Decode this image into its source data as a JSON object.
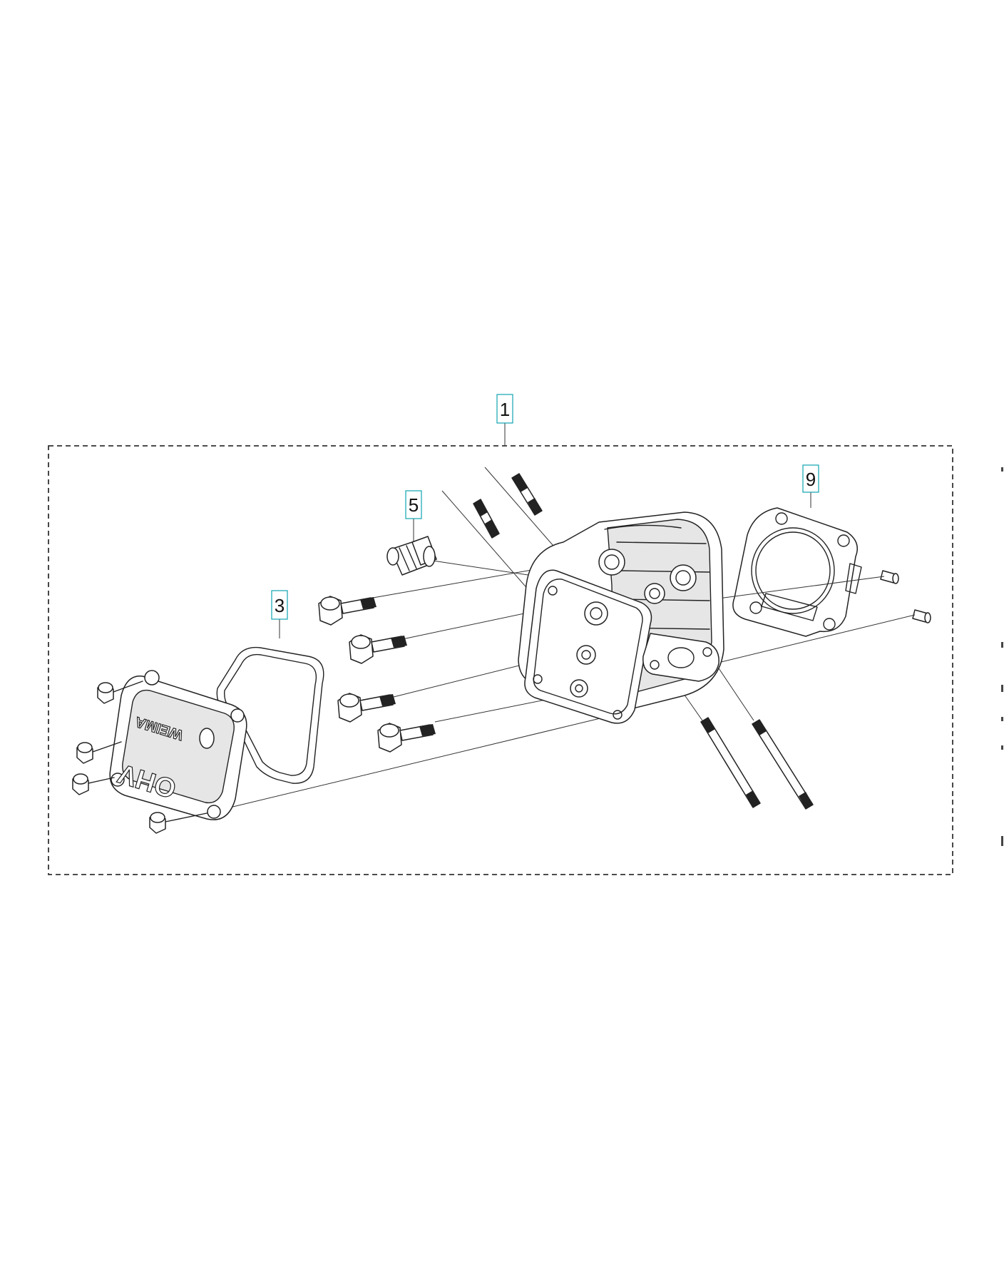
{
  "callouts": [
    {
      "id": "1",
      "label": "1"
    },
    {
      "id": "3",
      "label": "3"
    },
    {
      "id": "5",
      "label": "5"
    },
    {
      "id": "9",
      "label": "9"
    }
  ],
  "cover_marking": {
    "brand": "WEIMA",
    "model": "OHV"
  },
  "colors": {
    "callout_border": "#0fa3b1",
    "line": "#222222",
    "background": "#ffffff"
  }
}
